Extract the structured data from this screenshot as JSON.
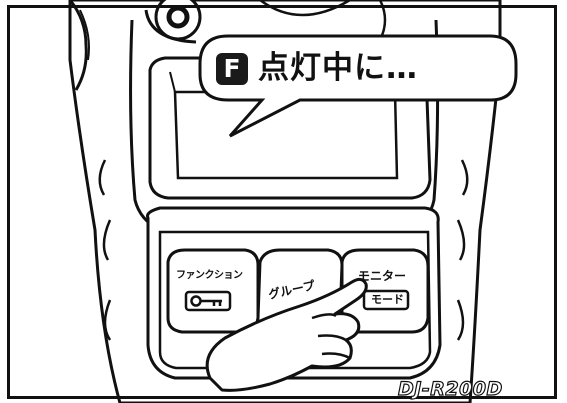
{
  "callout": {
    "badge": "F",
    "text": "点灯中に…"
  },
  "buttons": {
    "function": {
      "label": "ファンクション",
      "icon": "key-icon"
    },
    "group": {
      "label": "グループ"
    },
    "monitor": {
      "label": "モニター",
      "sub_label": "モード"
    }
  },
  "device": {
    "model": "DJ-R200D"
  },
  "colors": {
    "outline": "#111111",
    "background": "#ffffff",
    "shade": "#dddddd"
  }
}
